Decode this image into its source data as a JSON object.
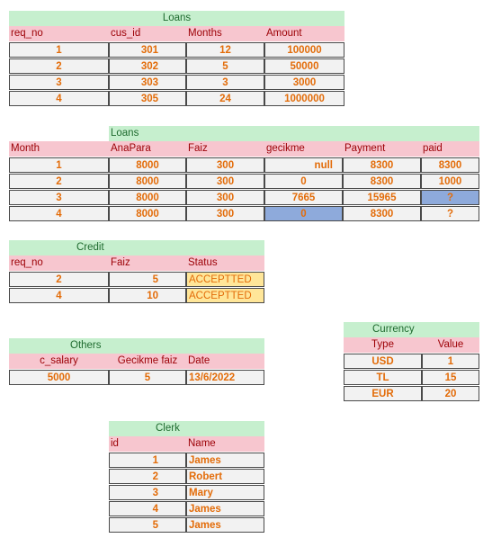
{
  "loans1": {
    "title": "Loans",
    "headers": [
      "req_no",
      "cus_id",
      "Months",
      "Amount"
    ],
    "rows": [
      [
        "1",
        "301",
        "12",
        "100000"
      ],
      [
        "2",
        "302",
        "5",
        "50000"
      ],
      [
        "3",
        "303",
        "3",
        "3000"
      ],
      [
        "4",
        "305",
        "24",
        "1000000"
      ]
    ]
  },
  "loans2": {
    "title": "Loans",
    "headers": [
      "Month",
      "AnaPara",
      "Faiz",
      "gecikme",
      "Payment",
      "paid"
    ],
    "rows": [
      [
        "1",
        "8000",
        "300",
        "null",
        "8300",
        "8300"
      ],
      [
        "2",
        "8000",
        "300",
        "0",
        "8300",
        "1000"
      ],
      [
        "3",
        "8000",
        "300",
        "7665",
        "15965",
        "?"
      ],
      [
        "4",
        "8000",
        "300",
        "0",
        "8300",
        "?"
      ]
    ]
  },
  "credit": {
    "title": "Credit",
    "headers": [
      "req_no",
      "Faiz",
      "Status"
    ],
    "rows": [
      [
        "2",
        "5",
        "ACCEPTTED"
      ],
      [
        "4",
        "10",
        "ACCEPTTED"
      ]
    ]
  },
  "others": {
    "title": "Others",
    "headers": [
      "c_salary",
      "Gecikme faiz",
      "Date"
    ],
    "rows": [
      [
        "5000",
        "5",
        "13/6/2022"
      ]
    ]
  },
  "currency": {
    "title": "Currency",
    "headers": [
      "Type",
      "Value"
    ],
    "rows": [
      [
        "USD",
        "1"
      ],
      [
        "TL",
        "15"
      ],
      [
        "EUR",
        "20"
      ]
    ]
  },
  "clerk": {
    "title": "Clerk",
    "headers": [
      "id",
      "Name"
    ],
    "rows": [
      [
        "1",
        "James"
      ],
      [
        "2",
        "Robert"
      ],
      [
        "3",
        "Mary"
      ],
      [
        "4",
        "James"
      ],
      [
        "5",
        "James"
      ]
    ]
  },
  "colors": {
    "title_bg": "#c6efce",
    "header_bg": "#f7c6cf",
    "cell_bg": "#f2f2f2",
    "highlight_yellow": "#ffe699",
    "highlight_blue": "#8eaadb",
    "value_text": "#e36c09"
  }
}
